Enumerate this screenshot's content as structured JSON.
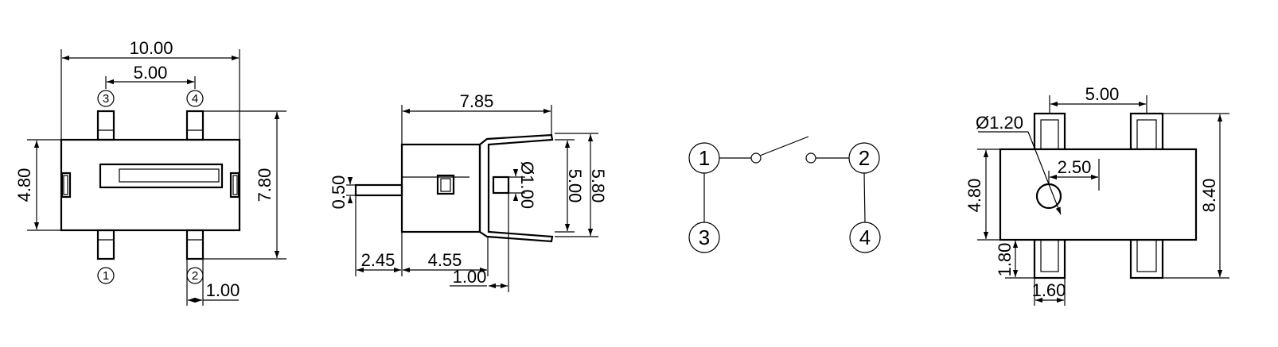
{
  "top_view": {
    "dims": {
      "total_width": "10.00",
      "pin_spacing": "5.00",
      "body_height": "4.80",
      "total_height": "7.80",
      "pin_width": "1.00"
    },
    "pins": {
      "p1": "1",
      "p2": "2",
      "p3": "3",
      "p4": "4"
    }
  },
  "side_view": {
    "dims": {
      "length": "7.85",
      "actuator_dia": "Ø1.00",
      "inner_height": "5.00",
      "outer_height": "5.80",
      "actuator_thickness": "0.50",
      "actuator_length": "2.45",
      "body_length": "4.55",
      "offset": "1.00"
    }
  },
  "schematic": {
    "nodes": {
      "n1": "1",
      "n2": "2",
      "n3": "3",
      "n4": "4"
    }
  },
  "footprint": {
    "dims": {
      "pad_spacing": "5.00",
      "hole_dia": "Ø1.20",
      "hole_offset": "2.50",
      "body_height": "4.80",
      "total_height": "8.40",
      "pad_extension": "1.80",
      "pad_width": "1.60"
    }
  }
}
